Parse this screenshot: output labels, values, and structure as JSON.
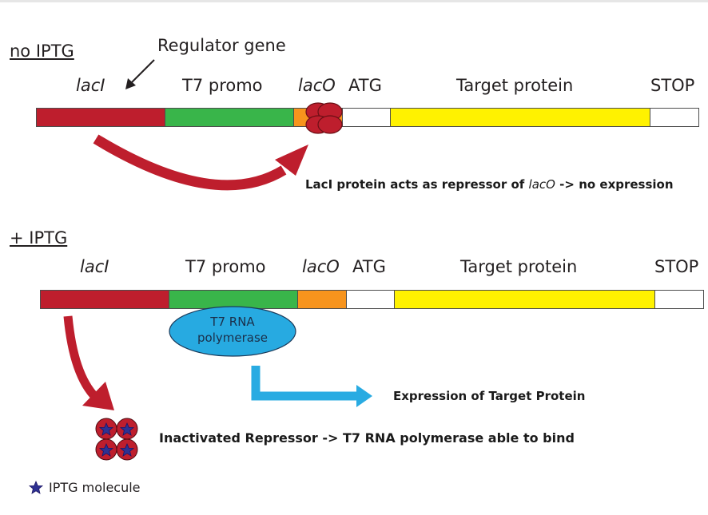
{
  "colors": {
    "lacI": "#be1e2d",
    "t7_promo": "#39b54a",
    "lacO": "#f7941d",
    "atg": "#ffffff",
    "target": "#fff200",
    "stop": "#ffffff",
    "repressor": "#be1e2d",
    "polymerase": "#27aae1",
    "expression_arrow": "#29abe2",
    "iptg_star": "#2e3192"
  },
  "no_iptg": {
    "heading": "no IPTG",
    "regulator_label": "Regulator gene",
    "labels": {
      "lacI": "lacI",
      "t7_promo": "T7 promo",
      "lacO": "lacO",
      "atg": "ATG",
      "target": "Target protein",
      "stop": "STOP"
    },
    "caption_prefix": "LacI protein acts as repressor of ",
    "caption_italic": "lacO",
    "caption_suffix": " -> no expression"
  },
  "plus_iptg": {
    "heading": "+ IPTG",
    "labels": {
      "lacI": "lacI",
      "t7_promo": "T7 promo",
      "lacO": "lacO",
      "atg": "ATG",
      "target": "Target protein",
      "stop": "STOP"
    },
    "polymerase_line1": "T7 RNA",
    "polymerase_line2": "polymerase",
    "expression_caption": "Expression of Target Protein",
    "inactivated_caption": "Inactivated Repressor -> T7 RNA polymerase able to bind",
    "legend_label": "IPTG molecule",
    "legend_icon": "star"
  }
}
